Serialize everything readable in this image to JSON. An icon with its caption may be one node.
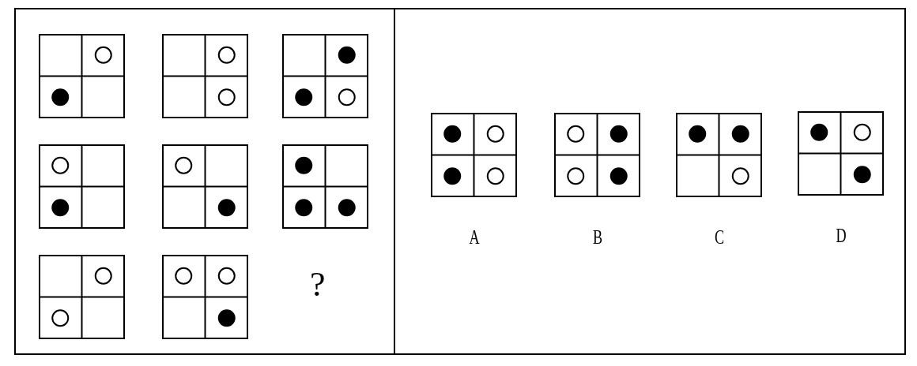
{
  "diagram": {
    "nodes": [
      {
        "text": [],
        "shape": "box"
      },
      {
        "text": [],
        "shape": "box"
      },
      {
        "text": [],
        "shape": "box",
        "in": 0
      },
      {
        "text": [],
        "shape": "box",
        "in": 0
      },
      {
        "text": [],
        "shape": "box",
        "in": 0
      },
      {
        "text": [],
        "shape": "box",
        "in": 0
      },
      {
        "text": [],
        "shape": "box",
        "in": 0
      },
      {
        "text": [],
        "shape": "box",
        "in": 0
      },
      {
        "text": [],
        "shape": "box",
        "in": 0
      },
      {
        "text": [],
        "shape": "box",
        "in": 0
      },
      {
        "text": [],
        "shape": "box",
        "in": 1,
        "beside": [
          "A"
        ]
      },
      {
        "text": [],
        "shape": "box",
        "in": 1,
        "beside": [
          "B"
        ]
      },
      {
        "text": [],
        "shape": "box",
        "in": 1,
        "beside": [
          "C"
        ]
      },
      {
        "text": [],
        "shape": "box",
        "in": 1,
        "beside": [
          "D"
        ]
      }
    ],
    "edges": [],
    "labels": [
      "?"
    ]
  }
}
